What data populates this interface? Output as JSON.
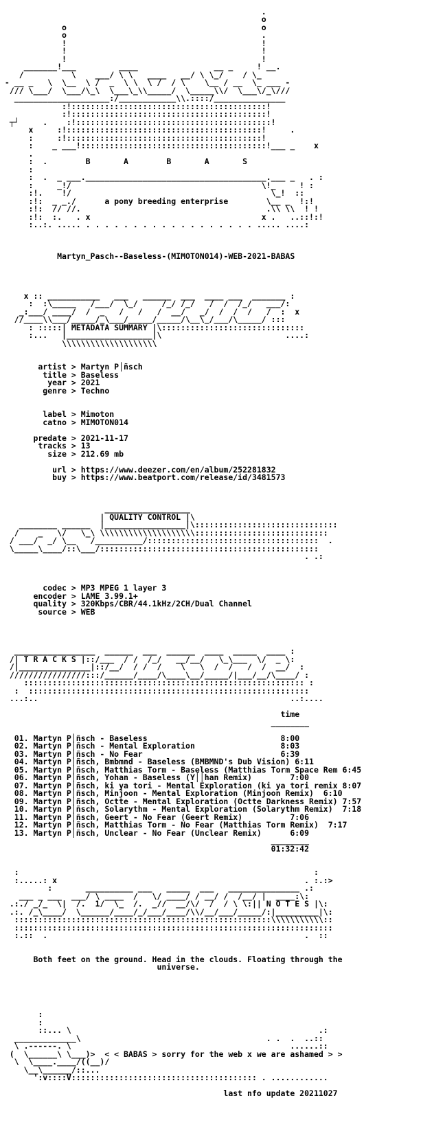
{
  "nfo": {
    "lines": [
      "",
      "                                                       .",
      "                                                       o",
      "             o                                         o",
      "             o                                         .",
      "             !                                         !",
      "             !                                         !",
      "             !                                         !",
      "     _______!___         ____                __ _     ! __.",
      "    /          \\    ___/ \\ \\   ____   __/ \\ \\_/    / \\_",
      " - __ _   \\  \\__  \\ /  _  \\ \\  \\ /  / \\    \\__ / __  \\_ ___ -",
      "  /// \\___/  \\___/\\_\\  \\___\\_\\\\_____/  \\_____\\\\/  \\___\\/_\\///",
      "   ____________________:/____________\\\\.::::/_______________",
      "             :!:::::::::::::::::::::::::::::::::::::::::!",
      "             :!:::::::::::::::::::::::::::::::::::::::::!",
      "  ┬┘     .    :!:::::::::::::::::::::::::::::::::::::::::!",
      "      x     :!:::::::::::::::::::::::::::::::::::::::::!     .",
      "      :     :!:::::::::::::::::::::::::::::::::::::::::!",
      "      :    _ ___!:::::::::::::::::::::::::::::::::::::::!___ _    x",
      "      .",
      "      :  .        B       A        B       A       S",
      "      :",
      "      :  .  _ ___.______________________________________.___ _   . :",
      "      :     _!/                                        \\!_     ! :",
      "      :!.    !/                                          \\_!  ::",
      "      :!:  _ _./      a pony breeding enterprise        \\__ _  !:!",
      "      :!:  // //.                                       .\\\\ \\\\  ! !",
      "      :!:  :.   . x                                    x .   ..::!:!",
      "      :..:. ..... . . . . . . . . . . . . . . . . . . ..... ....:",
      "",
      "",
      "",
      "            Martyn_Pasch--Baseless-(MIMOTON014)-WEB-2021-BABAS",
      "",
      "",
      "",
      "",
      "     x :: ___________   ___   ______  ___  ____ ___  _______ :",
      "      :  :\\_____   /___/  \\_/     /_/ /_/   /  /  /_/   ___/:",
      "    _:___/ ____/  /  _   /   /   /  __/   _/  /  /  /   /  :  x",
      "   //____\\\\___/_____/_\\___/_____/_____/\\__\\_/___/\\_____/ :::",
      "      : :::::| METADATA SUMMARY |\\::::::::::::::::::::::::::::::",
      "      :...   |__________________|\\                          ....:",
      "             \\\\\\\\\\\\\\\\\\\\\\\\\\\\\\\\\\\\\\\\",
      "",
      "",
      "        artist > Martyn P│ñsch",
      "         title > Baseless",
      "          year > 2021",
      "         genre > Techno",
      "",
      "",
      "         label > Mimoton",
      "         catno > MIMOTON014",
      "",
      "       predate > 2021-11-17",
      "        tracks > 13",
      "          size > 212.69 mb",
      "",
      "           url > https://www.deezer.com/en/album/252281832",
      "           buy > https://www.beatport.com/release/id/3481573",
      "",
      "",
      "",
      "                      __________________",
      "                     | QUALITY CONTROL |\\",
      "    ________ ______  |_________________|\\::::::::::::::::::::::::::::::",
      "   /    _   \\/   \\_\\ \\\\\\\\\\\\\\\\\\\\\\\\\\\\\\\\\\\\\\\\::::::::::::::::::::::::::::",
      "  / ___/  _/ \\__   /__________/::::::::::::::::::::::::::::::::::::  .",
      "  \\_____\\____/::\\___/::::::::::::::::::::::::::::::::::::::::::::::",
      "                                                                . .:",
      "",
      "",
      "",
      "         codec > MP3 MPEG 1 layer 3",
      "       encoder > LAME 3.99.1+",
      "       quality > 320Kbps/CBR/44.1kHz/2CH/Dual Channel",
      "        source > WEB",
      "",
      "",
      "",
      "",
      "   _________________  ______  ___  ______  ____  _____  ____ :",
      "  /| T R A C K S |::/___  / /  /_/   __/__/   \\_\\___  \\/  _ \\:",
      "  /|_______________|::/__/  / /  /    \\   \\  /  /   /  /  __/  :",
      "  ////////////////:::/______/____/\\____\\__/_____/|___/__/\\____/ :",
      "     ::::::::::::::::::::::::::::::::::::::::::::::::::::::::::: :",
      "   :  :::::::::::::::::::::::::::::::::::::::::::::::::::::::::::",
      "  ...:..                                                     ..:....",
      "",
      "                                                           time",
      "                                                         ________",
      "",
      "   01. Martyn P│ñsch - Baseless                            8:00",
      "   02. Martyn P│ñsch - Mental Exploration                  8:03",
      "   03. Martyn P│ñsch - No Fear                             6:39",
      "   04. Martyn P│ñsch, Bmbmnd - Baseless (BMBMND's Dub Vision) 6:11",
      "   05. Martyn P│ñsch, Matthias Torm - Baseless (Matthias Torm Space Rem 6:45",
      "   06. Martyn P│ñsch, Yohan - Baseless (Y││han Remix)        7:00",
      "   07. Martyn P│ñsch, ki ya tori - Mental Exploration (ki ya tori remix 8:07",
      "   08. Martyn P│ñsch, Minjoon - Mental Exploration (Minjoon Remix)  6:10",
      "   09. Martyn P│ñsch, Octte - Mental Exploration (Octte Darkness Remix) 7:57",
      "   10. Martyn P│ñsch, Solarythm - Mental Exploration (Solarythm Remix)  7:18",
      "   11. Martyn P│ñsch, Geert - No Fear (Geert Remix)          7:06",
      "   12. Martyn P│ñsch, Matthias Torm - No Fear (Matthias Torm Remix)  7:17",
      "   13. Martyn P│ñsch, Unclear - No Fear (Unclear Remix)      6:09",
      "                                                         ________",
      "                                                         01:32:42",
      "",
      "",
      "   :                                                              :",
      "   :.....: x                                                    . :.:>",
      "          :       __________ ___   _____  ___   _______________ .:",
      "    ___ _ ___  ___/ \\ ____  /   \\/ ____/ / __/ /  /__/ |  ____:\\:",
      "  .:./ _/_  \\|  /.  1/  \\_  /.  _//  __/\\/  /  / \\ \\:|| N O T E S |\\:",
      "  .:. /_\\____/  \\______/____/_/___/____/\\\\/__/___/_____/:|_________|\\:",
      "   ::::::::::::::::::::::::::::::::::::::::::::::::::::::\\\\\\\\\\\\\\\\\\\\\\::",
      "   :::::::::::::::::::::::::::::::::::::::::::::::::::::::::::::::::::",
      "   :.::  .                                                      .  ::",
      "",
      "",
      "       Both feet on the ground. Head in the clouds. Floating through the",
      "                                 universe.",
      "",
      "",
      "",
      "",
      "",
      "        :",
      "        :",
      "        ::... \\                                                    .:",
      "   _____________\\                                       . .  .  ..::",
      "   \\ .------. \\                                              ......::",
      "  (  \\______\\ \\___)>  < < BABAS > sorry for the web x we are ashamed > >",
      "   \\  \\____.____/((__)/",
      "     \\__\\______/::...",
      "       ':v::::V::::::::::::::::::::::::::::::::::::::: . ............",
      "",
      "                                               last nfo update 20211027"
    ]
  }
}
